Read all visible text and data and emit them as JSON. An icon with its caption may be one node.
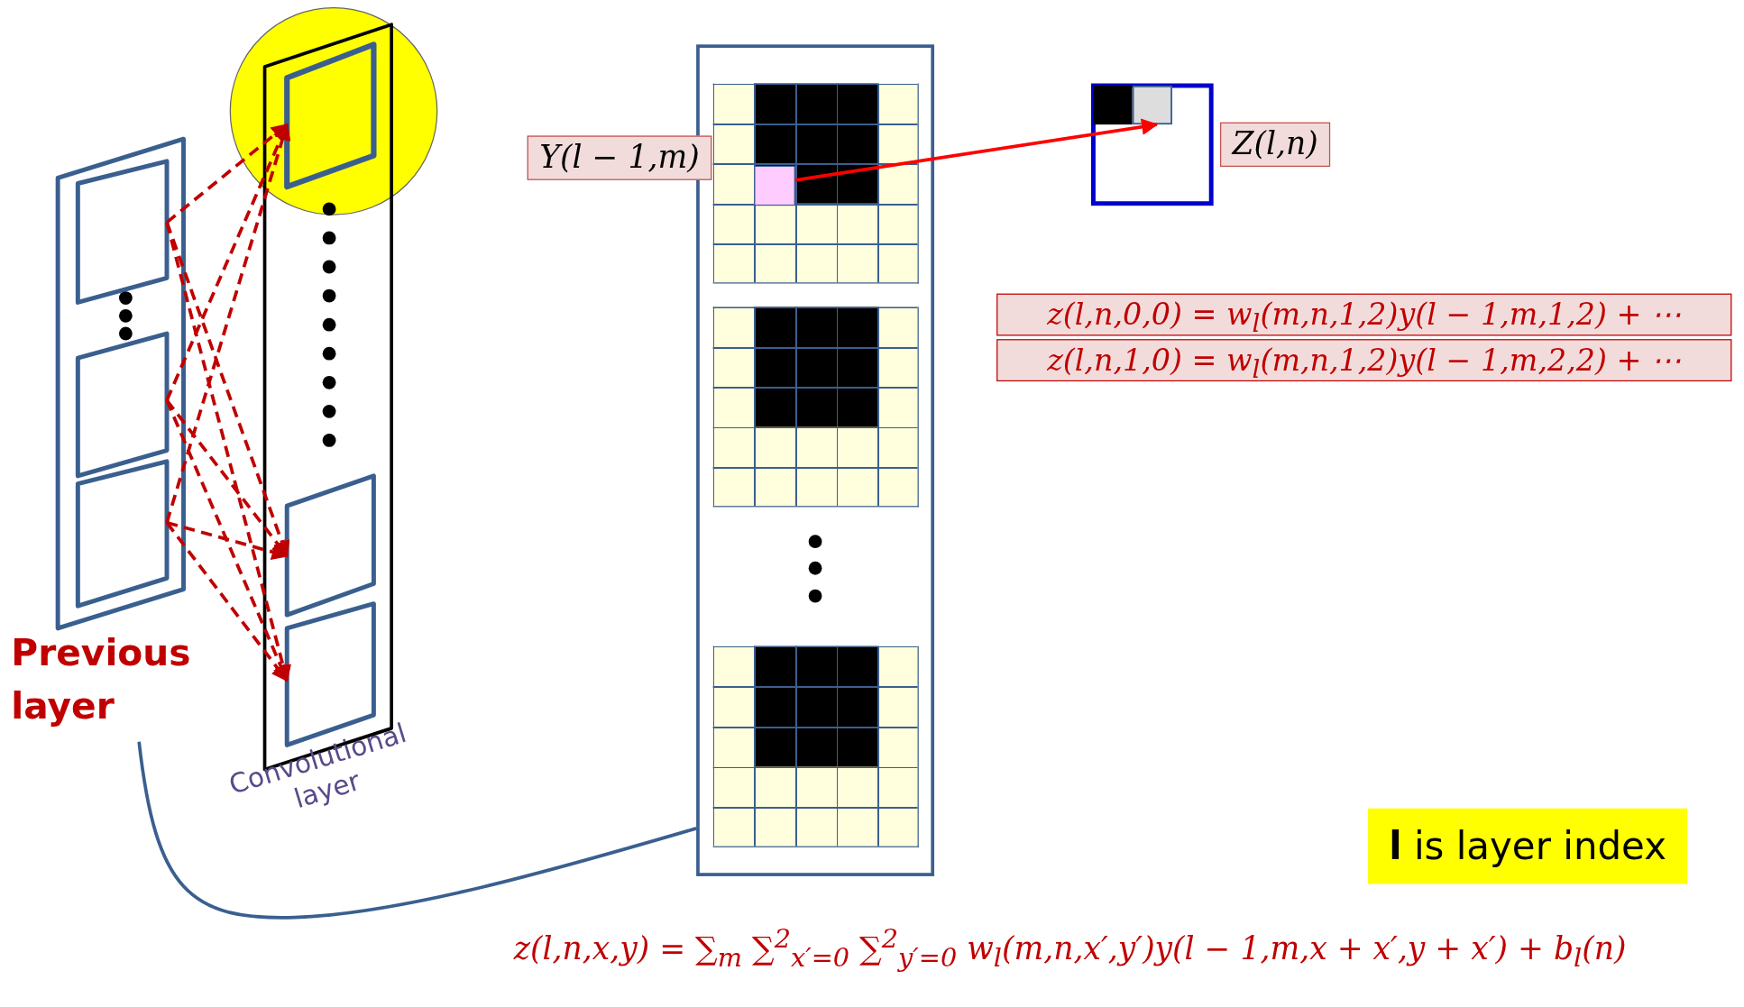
{
  "diagram": {
    "nodes": [
      {
        "text": [
          "Previous layer"
        ]
      },
      {
        "text": [],
        "shape": "box",
        "in": 0
      },
      {
        "text": [],
        "shape": "box",
        "in": 0
      },
      {
        "text": [],
        "shape": "box",
        "in": 0
      },
      {
        "text": [
          "Convolutional layer"
        ]
      },
      {
        "text": [],
        "shape": "box",
        "in": 4
      },
      {
        "text": [],
        "shape": "box",
        "in": 4
      },
      {
        "text": [],
        "shape": "box",
        "in": 4
      },
      {
        "text": [],
        "shape": "box"
      },
      {
        "text": [],
        "shape": "grid",
        "in": 8
      },
      {
        "text": [],
        "shape": "box",
        "in": 9
      },
      {
        "text": [],
        "shape": "grid",
        "in": 8
      },
      {
        "text": [],
        "shape": "grid",
        "in": 8
      },
      {
        "text": [
          "Y(l − 1,m)"
        ]
      },
      {
        "text": [],
        "shape": "box"
      },
      {
        "text": [],
        "shape": "box",
        "in": 14
      },
      {
        "text": [],
        "shape": "box",
        "in": 14
      },
      {
        "text": [
          "Z(l,n)"
        ]
      },
      {
        "text": [
          "z(l,n,0,0) = w$_{l}$(m,n,1,2)y(l − 1,m,1,2) + ⋯"
        ]
      },
      {
        "text": [
          "z(l,n,1,0) = w$_{l}$(m,n,1,2)y(l − 1,m,2,2) + ⋯"
        ]
      },
      {
        "text": [
          "**l** is layer index"
        ]
      }
    ],
    "edges": [
      {
        "from": 1,
        "to": 5,
        "arrow": "to",
        "style": "dashed",
        "color": "#c00000"
      },
      {
        "from": 1,
        "to": 6,
        "arrow": "to",
        "style": "dashed",
        "color": "#c00000"
      },
      {
        "from": 1,
        "to": 7,
        "arrow": "to",
        "style": "dashed",
        "color": "#c00000"
      },
      {
        "from": 2,
        "to": 5,
        "arrow": "to",
        "style": "dashed",
        "color": "#c00000"
      },
      {
        "from": 2,
        "to": 6,
        "arrow": "to",
        "style": "dashed",
        "color": "#c00000"
      },
      {
        "from": 2,
        "to": 7,
        "arrow": "to",
        "style": "dashed",
        "color": "#c00000"
      },
      {
        "from": 3,
        "to": 5,
        "arrow": "to",
        "style": "dashed",
        "color": "#c00000"
      },
      {
        "from": 3,
        "to": 6,
        "arrow": "to",
        "style": "dashed",
        "color": "#c00000"
      },
      {
        "from": 3,
        "to": 7,
        "arrow": "to",
        "style": "dashed",
        "color": "#c00000"
      },
      {
        "from": 10,
        "to": 16,
        "arrow": "to",
        "color": "#ff0000"
      },
      {
        "from": 0,
        "to": 8,
        "arrow": "none",
        "color": "#3a5f8f"
      }
    ],
    "labels": [
      "z(l,n,x,y) = ∑$_{m}$ ∑$^{2}$$_{x′=0}$ ∑$^{2}$$_{y′=0}$ w$_{l}$(m,n,x′,y′)y(l − 1,m,x + x′,y + x′) + b$_{l}$(n)"
    ]
  }
}
